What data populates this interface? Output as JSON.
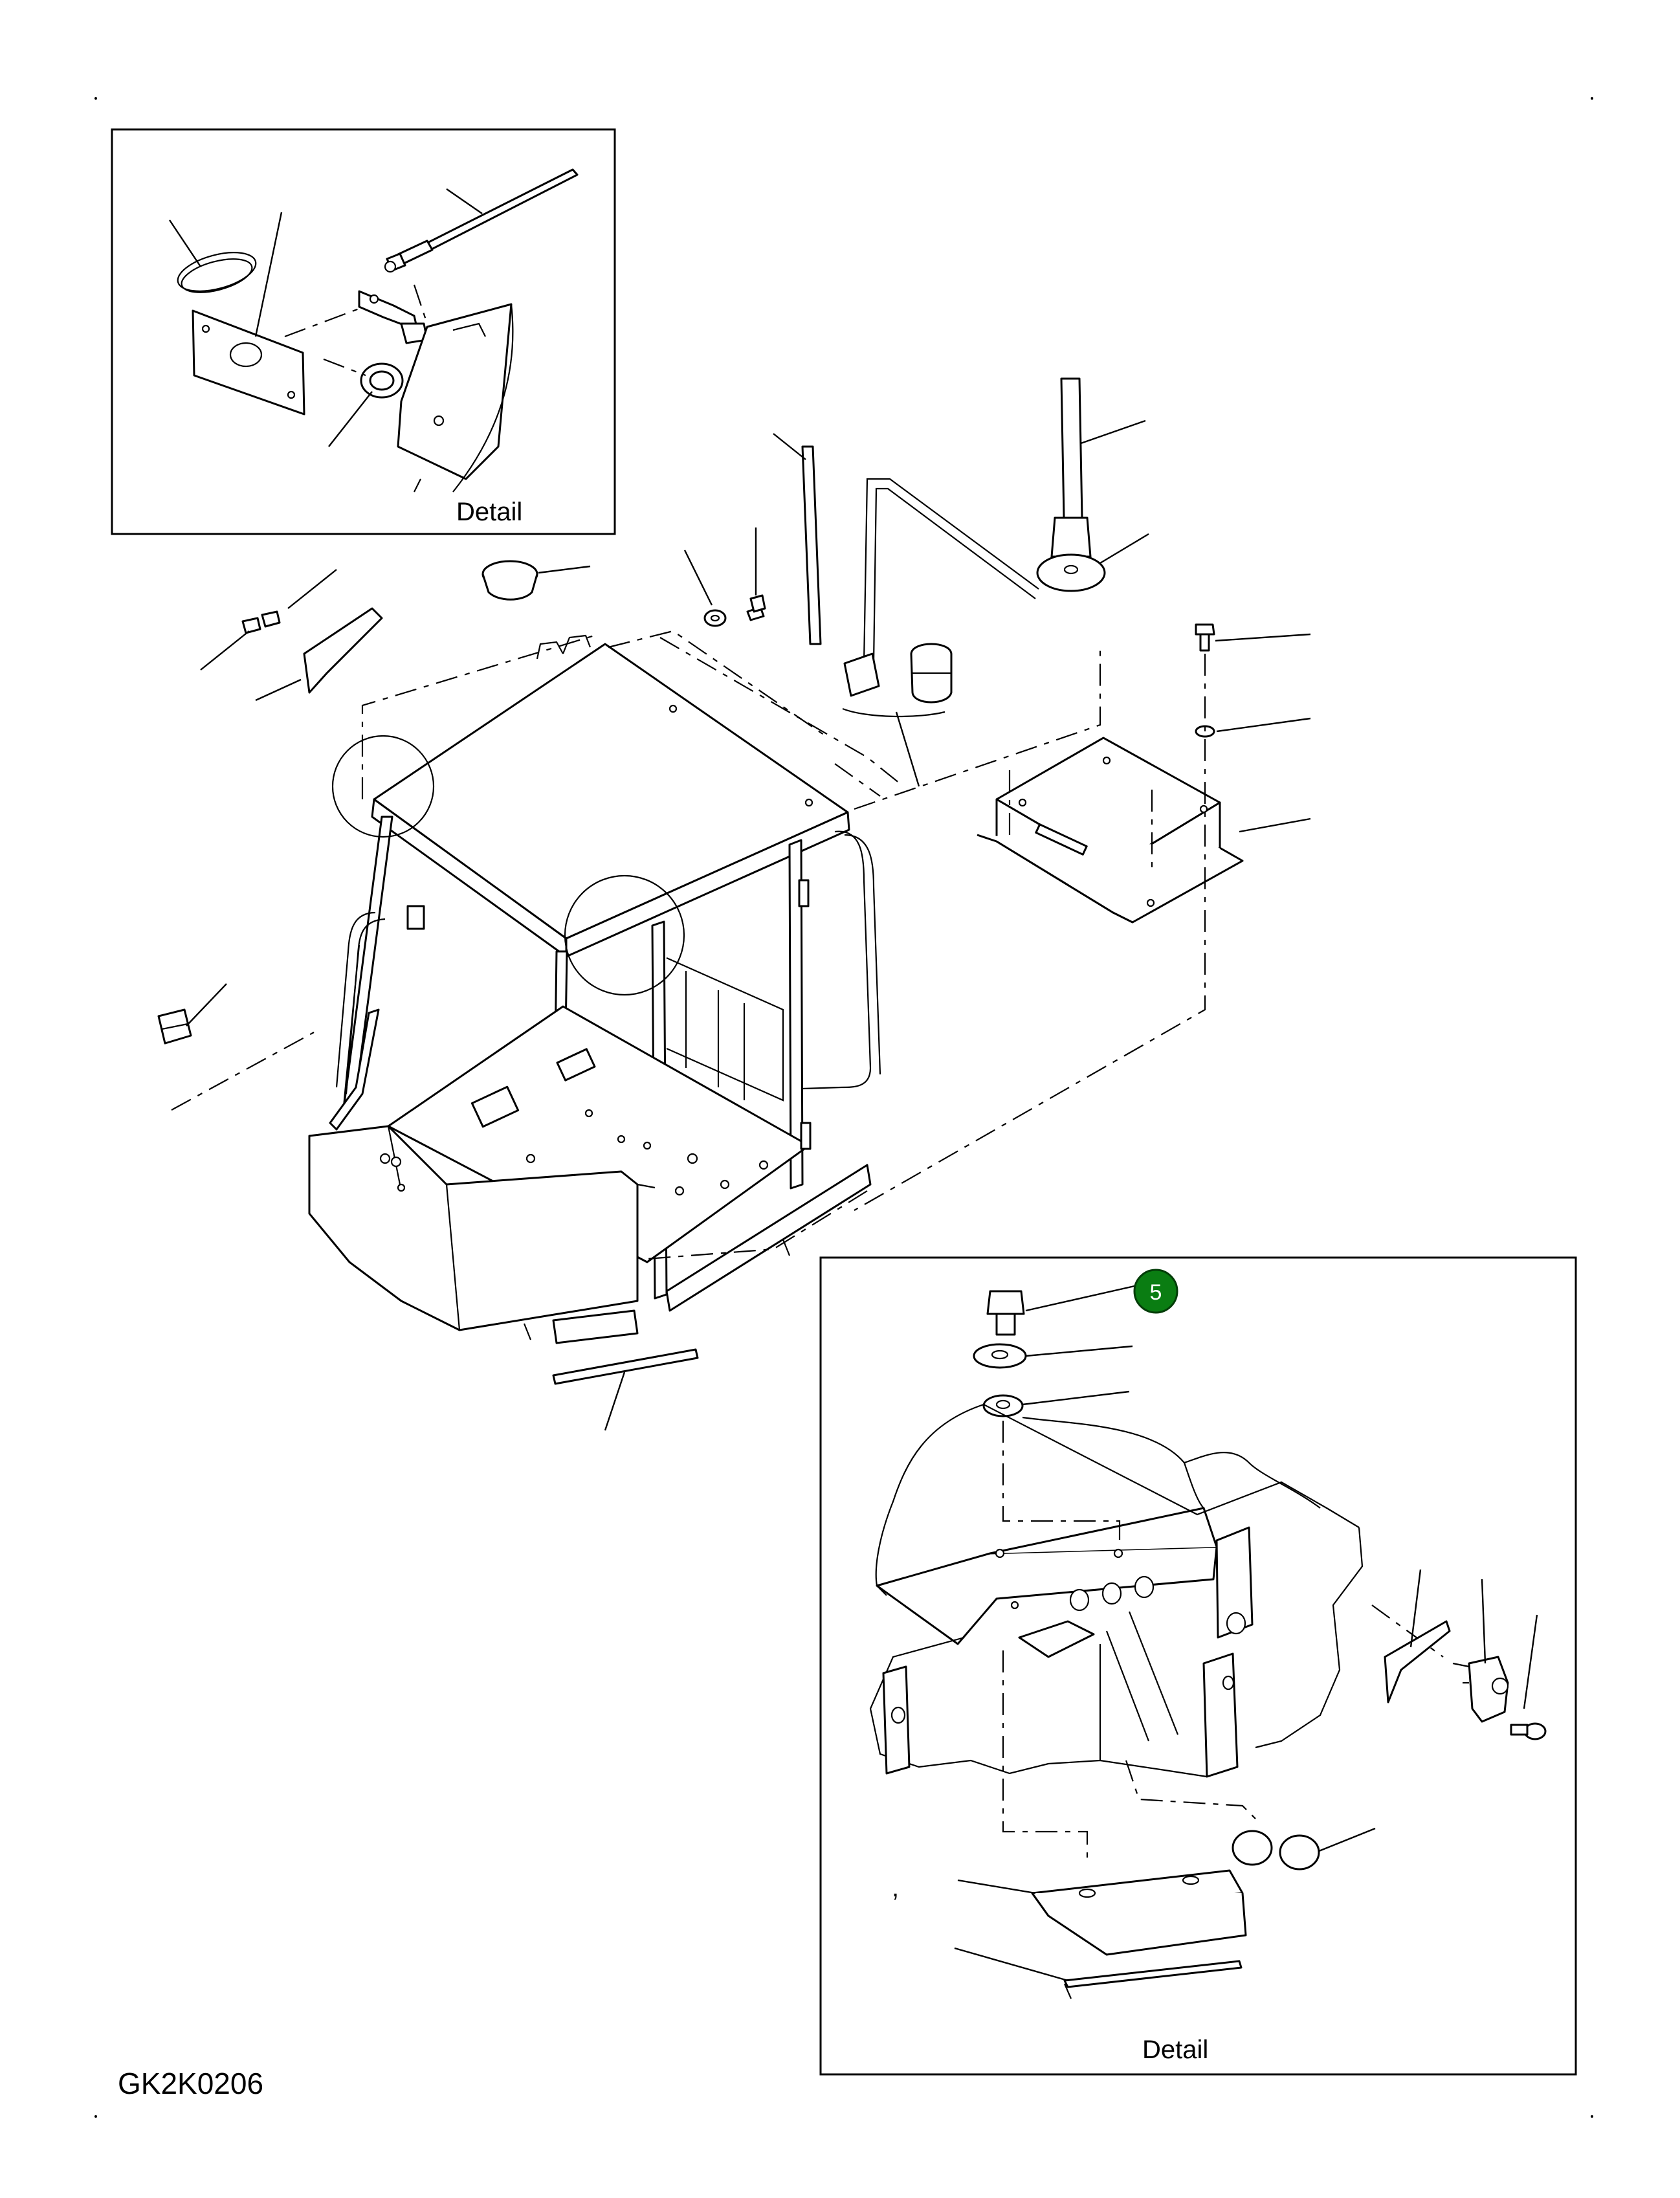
{
  "detail_top": {
    "label": "Detail"
  },
  "detail_bottom": {
    "label": "Detail"
  },
  "callout": {
    "number": "5",
    "color": "#0a7d12"
  },
  "drawing_code": "GK2K0206",
  "stray_mark": ","
}
